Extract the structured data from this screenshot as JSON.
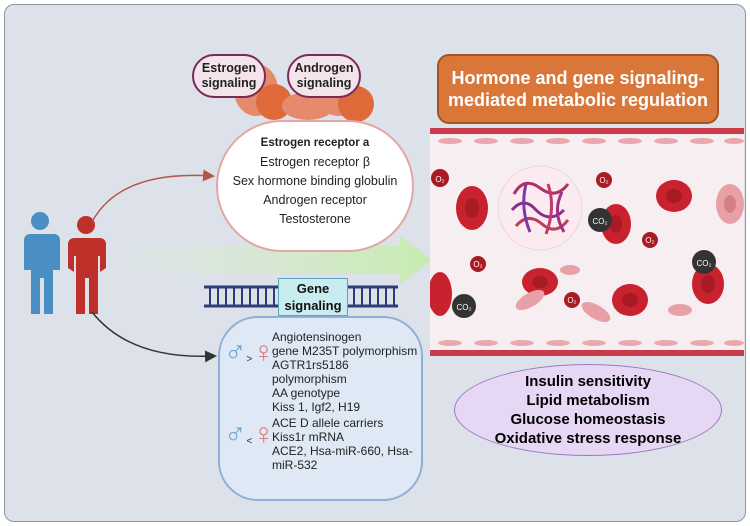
{
  "header": {
    "title": "Hormone and gene signaling-mediated metabolic regulation"
  },
  "hormones": {
    "estrogen": "Estrogen signaling",
    "androgen": "Androgen signaling"
  },
  "receptors": [
    "Estrogen receptor a",
    "Estrogen receptor β",
    "Sex hormone binding globulin",
    "Androgen receptor",
    "Testosterone"
  ],
  "gene_label": "Gene signaling",
  "gene_groups": {
    "male_gt_female": {
      "comparator": ">",
      "items": [
        "Angiotensinogen",
        "gene M235T polymorphism",
        "AGTR1rs5186 polymorphism",
        "AA genotype",
        "Kiss 1, Igf2, H19"
      ]
    },
    "male_lt_female": {
      "comparator": "<",
      "items": [
        "ACE D allele carriers",
        "Kiss1r mRNA",
        "ACE2, Hsa-miR-660, Hsa-",
        "miR-532"
      ]
    }
  },
  "outcomes": [
    "Insulin sensitivity",
    "Lipid metabolism",
    "Glucose homeostasis",
    "Oxidative stress response"
  ],
  "gas_labels": {
    "o2": "O₂",
    "co2": "CO₂"
  },
  "colors": {
    "header": "#d9773a",
    "male": "#4a90c8",
    "female": "#c0302a",
    "gene_box": "#dfe9f5",
    "outcome": "#e6d7f5"
  },
  "icons": {
    "male": "male-symbol-icon",
    "female": "female-symbol-icon"
  }
}
